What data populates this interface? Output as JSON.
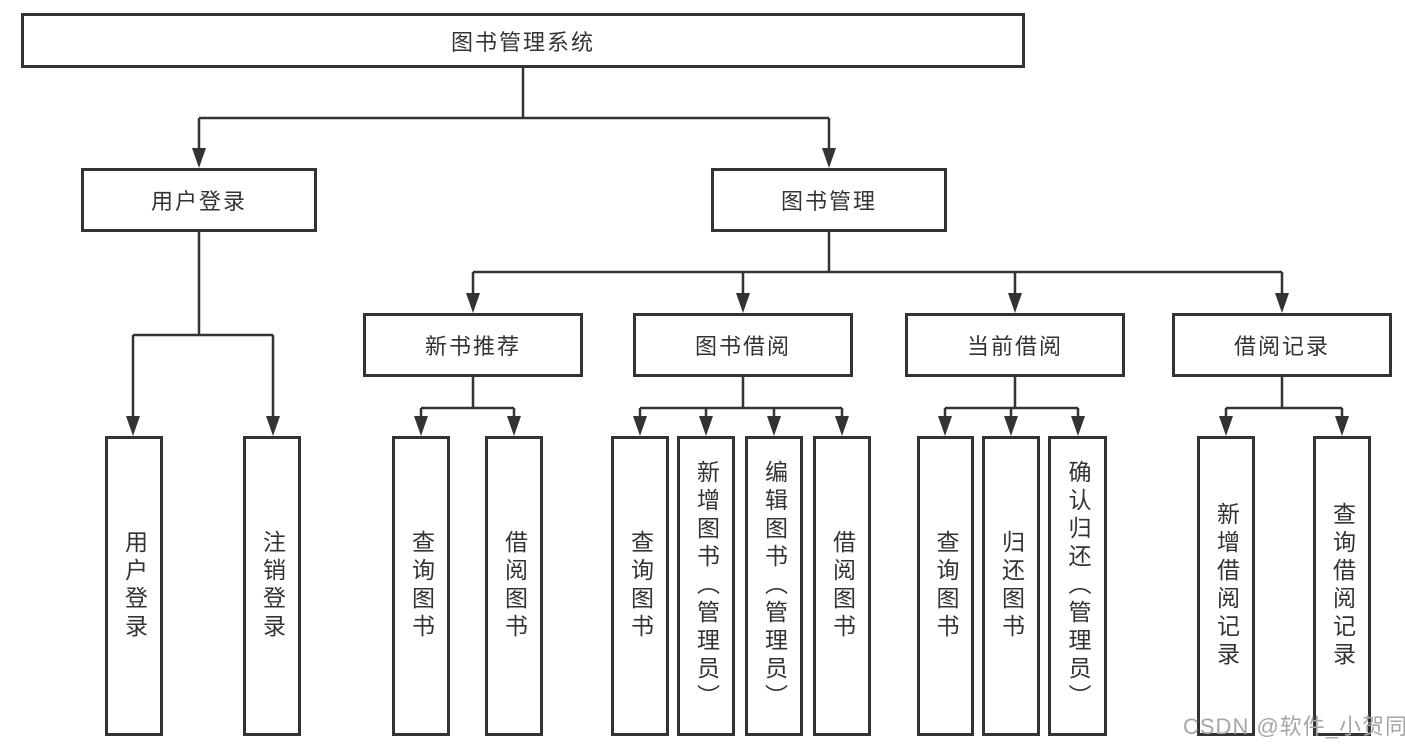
{
  "tree": {
    "label": "图书管理系统",
    "children": [
      {
        "label": "用户登录",
        "children": [
          {
            "label": "用户登录"
          },
          {
            "label": "注销登录"
          }
        ]
      },
      {
        "label": "图书管理",
        "children": [
          {
            "label": "新书推荐",
            "children": [
              {
                "label": "查询图书"
              },
              {
                "label": "借阅图书"
              }
            ]
          },
          {
            "label": "图书借阅",
            "children": [
              {
                "label": "查询图书"
              },
              {
                "label": "新增图书（管理员）"
              },
              {
                "label": "编辑图书（管理员）"
              },
              {
                "label": "借阅图书"
              }
            ]
          },
          {
            "label": "当前借阅",
            "children": [
              {
                "label": "查询图书"
              },
              {
                "label": "归还图书"
              },
              {
                "label": "确认归还（管理员）"
              }
            ]
          },
          {
            "label": "借阅记录",
            "children": [
              {
                "label": "新增借阅记录"
              },
              {
                "label": "查询借阅记录"
              }
            ]
          }
        ]
      }
    ]
  },
  "watermark": {
    "text": "CSDN @软件_小贺同学"
  },
  "colors": {
    "line": "#333333",
    "box_border": "#333333",
    "text": "#333333",
    "watermark": "#a6a6a6",
    "background": "#ffffff"
  }
}
